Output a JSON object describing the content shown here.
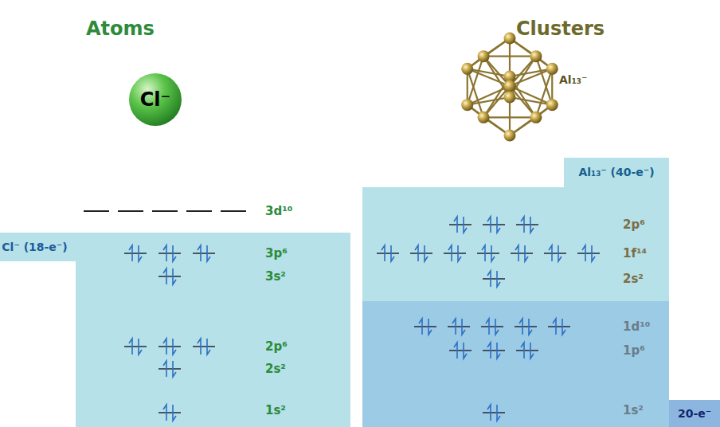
{
  "diagram": {
    "nodes": [
      {
        "text": [
          "Cl⁻ (18-e⁻)"
        ]
      },
      {
        "text": [
          "Al₁₃⁻ (40-e⁻)"
        ]
      },
      {
        "text": [
          "20-e⁻"
        ],
        "in": 1
      },
      {
        "text": [
          "Cl⁻"
        ]
      }
    ],
    "labels": [
      "Atoms",
      "Clusters",
      "Al₁₃⁻",
      "3d¹⁰",
      "3p⁶",
      "3s²",
      "2p⁶",
      "2s²",
      "1s²",
      "2p⁶",
      "1f¹⁴",
      "2s²",
      "1d¹⁰",
      "1p⁶",
      "1s²"
    ]
  }
}
